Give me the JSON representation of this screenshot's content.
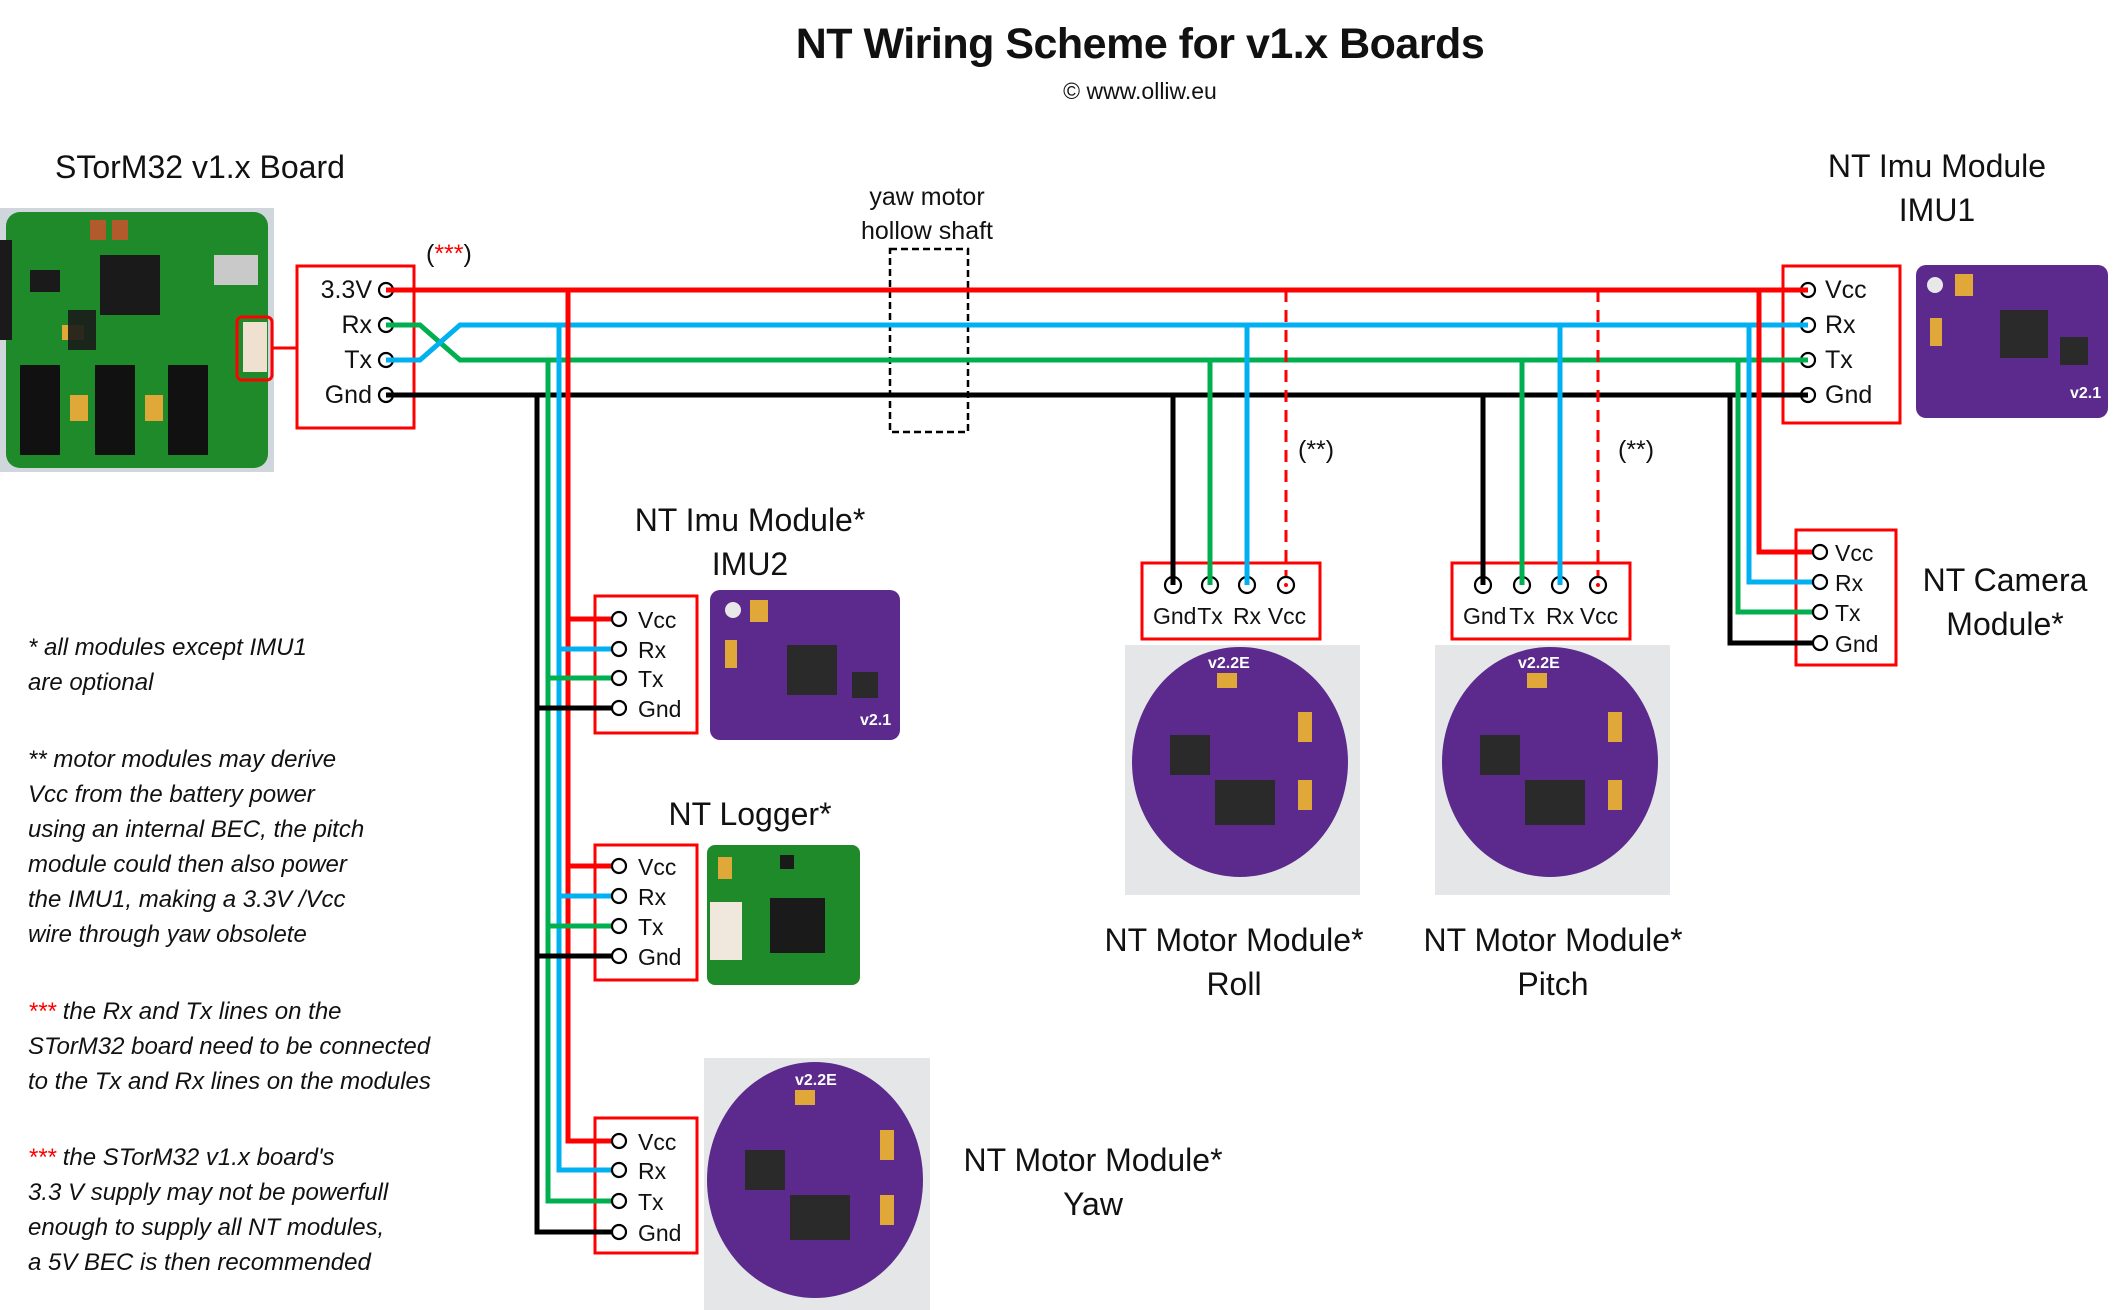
{
  "header": {
    "title": "NT Wiring Scheme for v1.x Boards",
    "copyright": "© www.olliw.eu"
  },
  "colors": {
    "vcc": "#ff0000",
    "rx": "#00b0f0",
    "tx": "#00b050",
    "gnd": "#000000",
    "box": "#ff0000",
    "pcb_green": "#1f8a2a",
    "pcb_purple": "#5b2a8c"
  },
  "storm32": {
    "label": "STorM32 v1.x Board",
    "pins": [
      "3.3V",
      "Rx",
      "Tx",
      "Gnd"
    ],
    "note_marker_open": "(",
    "note_marker_stars": "***",
    "note_marker_close": ")"
  },
  "yaw_shaft": {
    "line1": "yaw motor",
    "line2": "hollow shaft"
  },
  "imu1": {
    "line1": "NT Imu Module",
    "line2": "IMU1",
    "pins": [
      "Vcc",
      "Rx",
      "Tx",
      "Gnd"
    ],
    "photo_label": "v2.1"
  },
  "camera": {
    "line1": "NT Camera",
    "line2": "Module*",
    "pins": [
      "Vcc",
      "Rx",
      "Tx",
      "Gnd"
    ]
  },
  "imu2": {
    "line1": "NT Imu Module*",
    "line2": "IMU2",
    "pins": [
      "Vcc",
      "Rx",
      "Tx",
      "Gnd"
    ],
    "photo_label": "v2.1"
  },
  "logger": {
    "line1": "NT Logger*",
    "pins": [
      "Vcc",
      "Rx",
      "Tx",
      "Gnd"
    ]
  },
  "motor_yaw": {
    "line1": "NT Motor Module*",
    "line2": "Yaw",
    "pins": [
      "Vcc",
      "Rx",
      "Tx",
      "Gnd"
    ],
    "photo_label": "v2.2E"
  },
  "motor_roll": {
    "line1": "NT Motor Module*",
    "line2": "Roll",
    "pins": [
      "Gnd",
      "Tx",
      "Rx",
      "Vcc"
    ],
    "vcc_note": "(**)",
    "photo_label": "v2.2E"
  },
  "motor_pitch": {
    "line1": "NT Motor Module*",
    "line2": "Pitch",
    "pins": [
      "Gnd",
      "Tx",
      "Rx",
      "Vcc"
    ],
    "vcc_note": "(**)",
    "photo_label": "v2.2E"
  },
  "notes": [
    {
      "marker": "*",
      "lines": [
        "* all modules except IMU1",
        "are optional"
      ]
    },
    {
      "marker": "**",
      "lines": [
        "** motor modules may derive",
        "Vcc from the battery power",
        "using an internal BEC, the pitch",
        "module could then also power",
        "the IMU1, making a 3.3V /Vcc",
        "wire through yaw obsolete"
      ]
    },
    {
      "marker": "***",
      "first_rest": " the Rx and Tx lines on the",
      "lines": [
        "STorM32 board need to be connected",
        "to the Tx and Rx lines on the modules"
      ]
    },
    {
      "marker": "***",
      "first_rest": " the STorM32 v1.x board's",
      "lines": [
        "3.3 V supply may not be powerfull",
        "enough to supply all NT modules,",
        "a 5V BEC is then recommended"
      ]
    }
  ]
}
